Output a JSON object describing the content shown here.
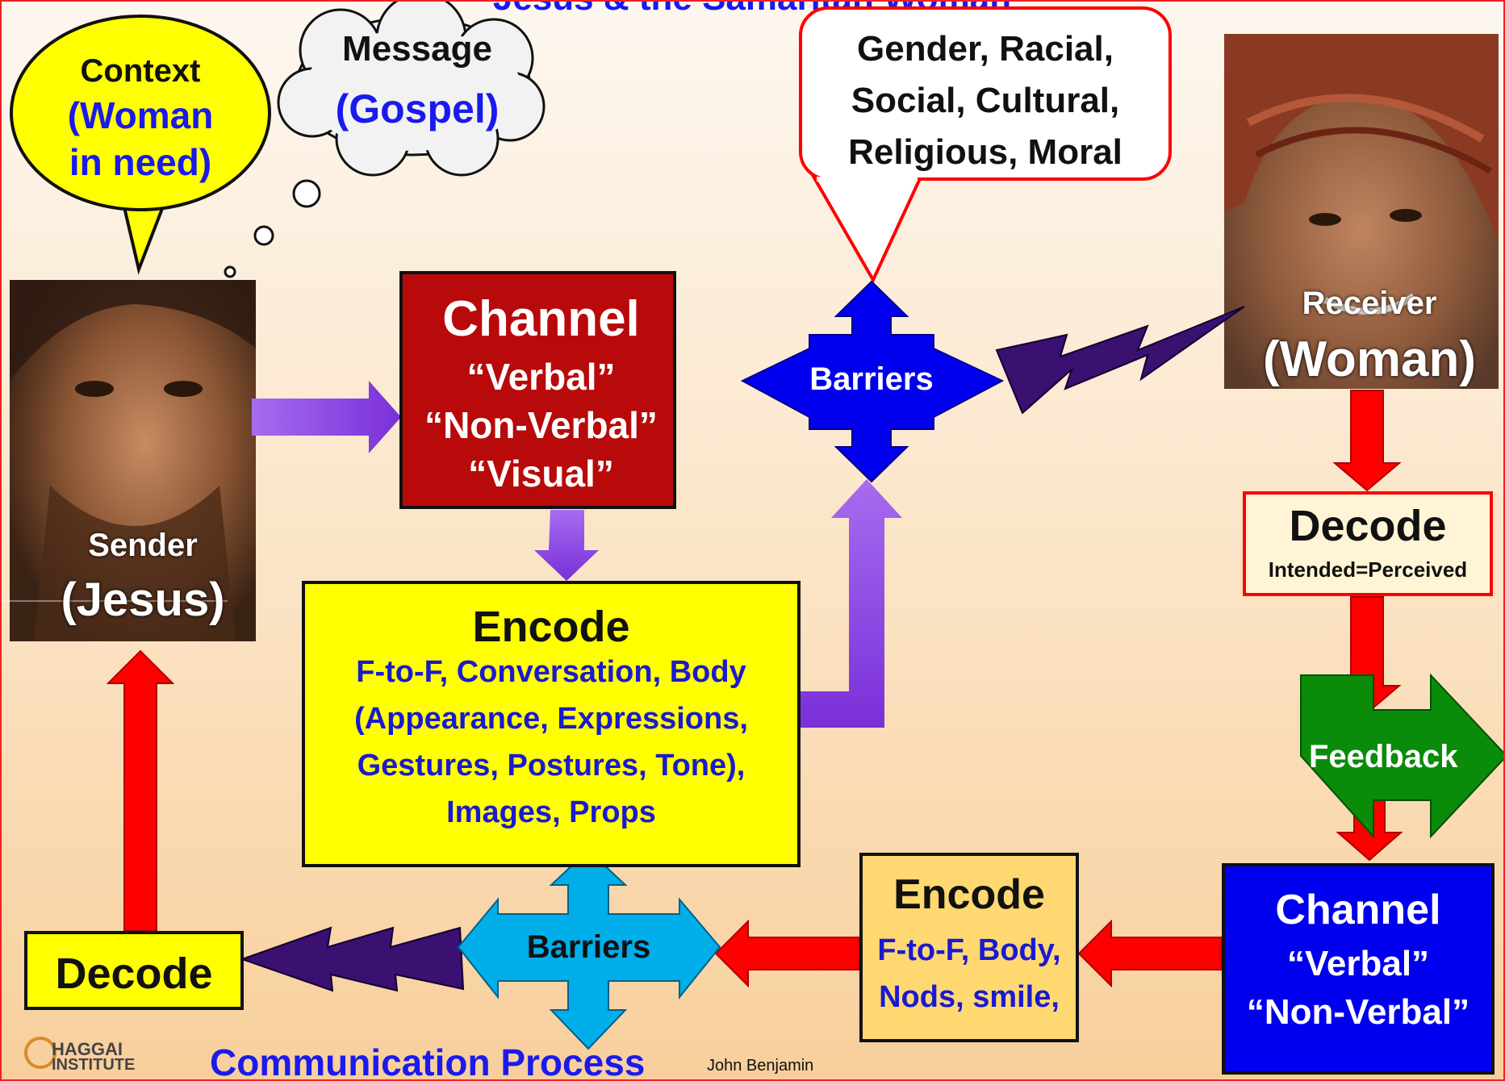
{
  "title": "Jesus & the Samaritan Woman",
  "context": {
    "heading": "Context",
    "detail_line1": "(Woman",
    "detail_line2": "in need)"
  },
  "message": {
    "heading": "Message",
    "detail": "(Gospel)"
  },
  "callout_barriers": {
    "line1": "Gender, Racial,",
    "line2": "Social, Cultural,",
    "line3": "Religious, Moral"
  },
  "sender": {
    "role": "Sender",
    "name": "(Jesus)"
  },
  "receiver": {
    "role": "Receiver",
    "name": "(Woman)"
  },
  "channel_top": {
    "heading": "Channel",
    "items": [
      "“Verbal”",
      "“Non-Verbal”",
      "“Visual”"
    ]
  },
  "barriers_top": "Barriers",
  "barriers_bottom": "Barriers",
  "encode_main": {
    "heading": "Encode",
    "lines": [
      "F-to-F, Conversation, Body",
      "(Appearance, Expressions,",
      "Gestures, Postures, Tone),",
      "Images, Props"
    ]
  },
  "decode_receiver": {
    "heading": "Decode",
    "sub": "Intended=Perceived"
  },
  "feedback": "Feedback",
  "channel_bottom": {
    "heading": "Channel",
    "items": [
      "“Verbal”",
      "“Non-Verbal”"
    ]
  },
  "encode_small": {
    "heading": "Encode",
    "lines": [
      "F-to-F, Body,",
      "Nods, smile,"
    ]
  },
  "decode_sender": "Decode",
  "footer": {
    "caption": "Communication Process",
    "author": "John Benjamin",
    "logo_line1": "HAGGAI",
    "logo_line2": "INSTITUTE"
  },
  "colors": {
    "channel_top": "#b80a0a",
    "encode": "#ffff00",
    "barriers_top": "#0000ee",
    "barriers_bottom": "#00aeea",
    "feedback": "#0a8c0a",
    "channel_bottom": "#0000ee",
    "arrow_red": "#ff0000",
    "arrow_purple": "#8a3ae0",
    "lightning": "#3a1070"
  }
}
